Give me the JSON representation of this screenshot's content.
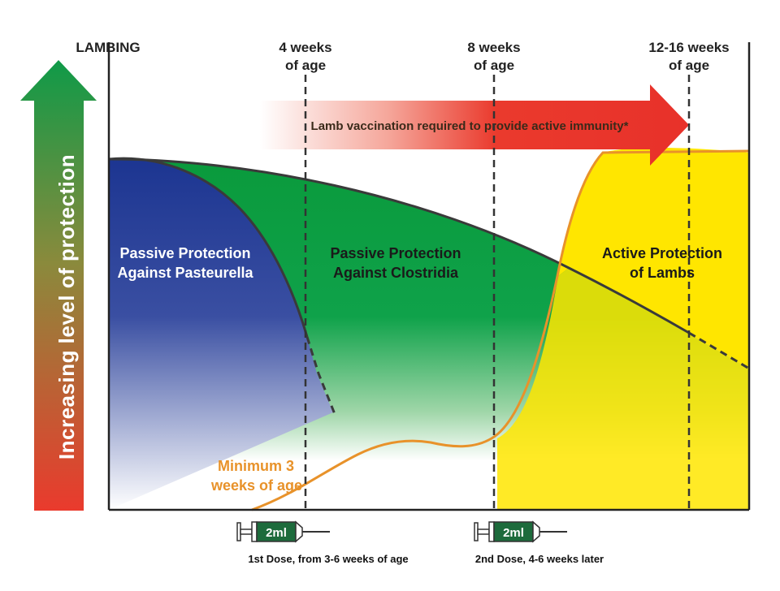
{
  "headers": {
    "lambing": "LAMBING",
    "week4_line1": "4 weeks",
    "week4_line2": "of age",
    "week8_line1": "8 weeks",
    "week8_line2": "of age",
    "week12_line1": "12-16 weeks",
    "week12_line2": "of age"
  },
  "y_axis_label": "Increasing level of protection",
  "vaccination_arrow_text": "Lamb vaccination required to provide active immunity*",
  "regions": {
    "pasteurella_line1": "Passive Protection",
    "pasteurella_line2": "Against Pasteurella",
    "clostridia_line1": "Passive Protection",
    "clostridia_line2": "Against Clostridia",
    "active_line1": "Active Protection",
    "active_line2": "of Lambs"
  },
  "minimum_note": {
    "line1": "Minimum 3",
    "line2": "weeks of age"
  },
  "doses": [
    {
      "volume": "2ml",
      "caption": "1st Dose, from 3-6 weeks of age"
    },
    {
      "volume": "2ml",
      "caption": "2nd Dose, 4-6 weeks later"
    }
  ],
  "colors": {
    "pasteurella_blue": "#1f3a93",
    "clostridia_green": "#0a9a3c",
    "active_yellow": "#ffe600",
    "response_orange": "#e8922a",
    "arrow_red": "#e8312a",
    "axis_green": "#109a48",
    "axis_red": "#e53b2e",
    "syringe_green": "#1d6b3c"
  }
}
